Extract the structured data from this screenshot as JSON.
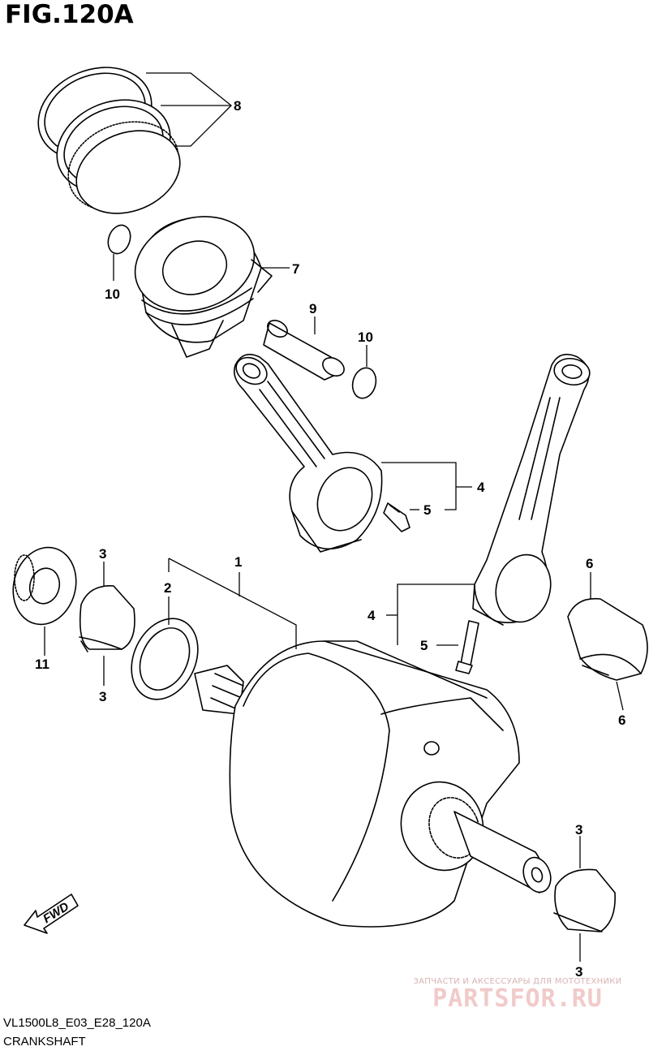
{
  "figure": {
    "title": "FIG.120A",
    "model_code": "VL1500L8_E03_E28_120A",
    "section_name": "CRANKSHAFT"
  },
  "callouts": [
    "1",
    "2",
    "3",
    "3",
    "3",
    "3",
    "4",
    "4",
    "5",
    "5",
    "6",
    "6",
    "7",
    "8",
    "9",
    "10",
    "10",
    "11"
  ],
  "fwd_label": "FWD",
  "watermark": {
    "tagline": "ЗАПЧАСТИ И АКСЕССУАРЫ ДЛЯ МОТОТЕХНИКИ",
    "logo": "PARTSFOR.RU"
  },
  "colors": {
    "line": "#000000",
    "background": "#ffffff",
    "watermark": "#f1caca"
  }
}
